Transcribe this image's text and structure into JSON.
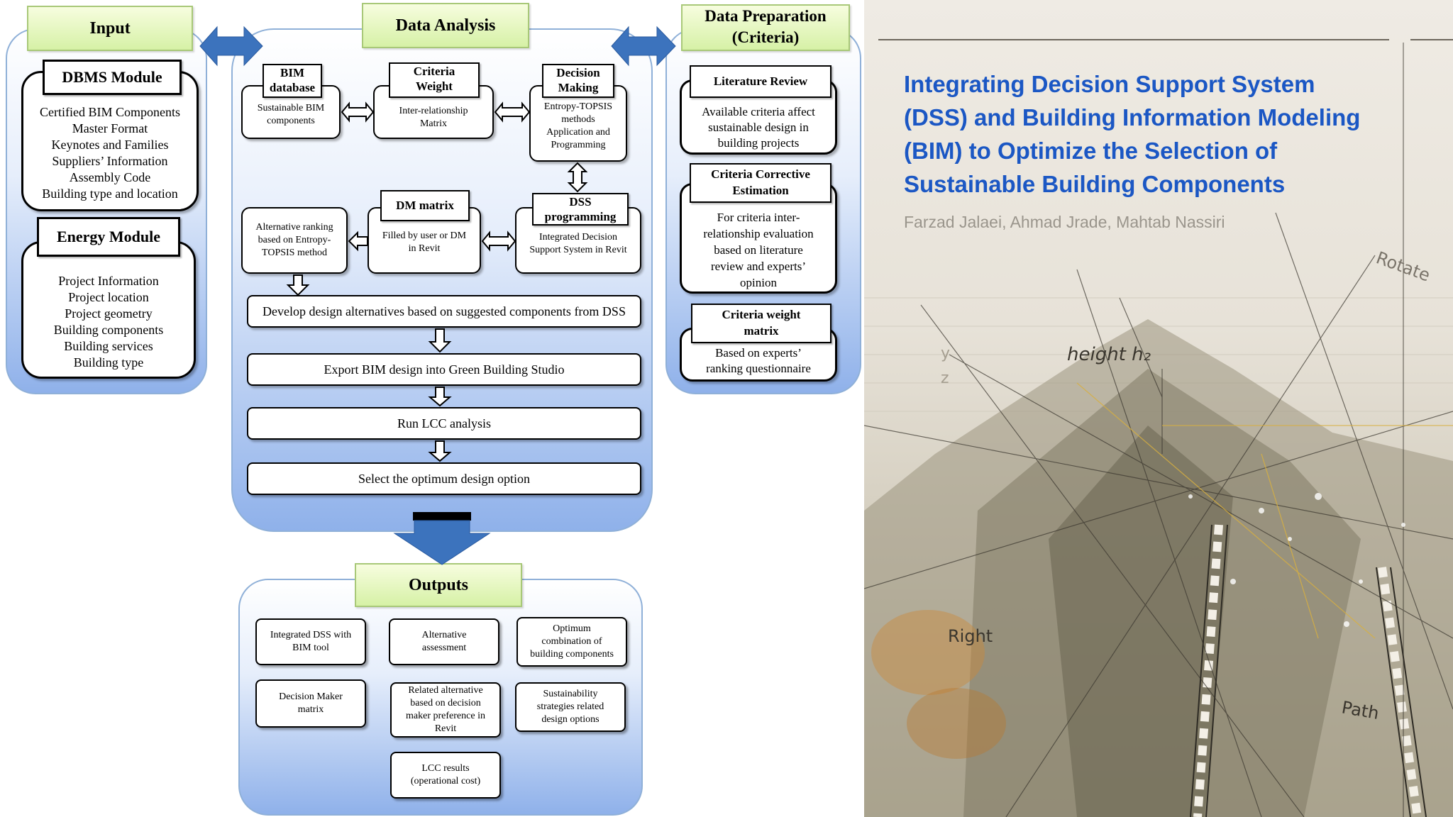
{
  "diagram": {
    "input": {
      "tab": "Input",
      "dbms": {
        "title": "DBMS  Module",
        "items": [
          "Certified BIM Components",
          "Master Format",
          "Keynotes and Families",
          "Suppliers’ Information",
          "Assembly  Code",
          "Building type and location"
        ]
      },
      "energy": {
        "title": "Energy Module",
        "items": [
          "Project Information",
          "Project location",
          "Project geometry",
          "Building components",
          "Building services",
          "Building type"
        ]
      }
    },
    "analysis": {
      "tab": "Data Analysis",
      "bim_db": {
        "title_1": "BIM",
        "title_2": "database",
        "text_1": "Sustainable BIM",
        "text_2": "components"
      },
      "criteria_weight": {
        "title_1": "Criteria",
        "title_2": "Weight",
        "text_1": "Inter-relationship",
        "text_2": "Matrix"
      },
      "decision_making": {
        "title_1": "Decision",
        "title_2": "Making",
        "text_1": "Entropy-TOPSIS",
        "text_2": "methods",
        "text_3": "Application and",
        "text_4": "Programming"
      },
      "dss_programming": {
        "title_1": "DSS",
        "title_2": "programming",
        "text_1": "Integrated Decision",
        "text_2": "Support System in Revit"
      },
      "dm_matrix": {
        "title": "DM matrix",
        "text_1": "Filled by user or DM",
        "text_2": "in Revit"
      },
      "alt_ranking": {
        "text_1": "Alternative ranking",
        "text_2": "based on Entropy-",
        "text_3": "TOPSIS method"
      },
      "steps": [
        "Develop design alternatives based on suggested components from DSS",
        "Export BIM design into Green Building Studio",
        "Run LCC analysis",
        "Select the optimum design option"
      ]
    },
    "preparation": {
      "tab_1": "Data Preparation",
      "tab_2": "(Criteria)",
      "literature": {
        "title": "Literature Review",
        "text_1": "Available criteria affect",
        "text_2": "sustainable design in",
        "text_3": "building projects"
      },
      "corrective": {
        "title_1": "Criteria Corrective",
        "title_2": "Estimation",
        "text_1": "For criteria inter-",
        "text_2": "relationship evaluation",
        "text_3": "based on literature",
        "text_4": "review and experts’",
        "text_5": "opinion"
      },
      "weight_matrix": {
        "title_1": "Criteria weight",
        "title_2": "matrix",
        "text_1": "Based on experts’",
        "text_2": "ranking questionnaire"
      }
    },
    "outputs": {
      "tab": "Outputs",
      "o1": {
        "l1": "Integrated DSS with",
        "l2": "BIM tool"
      },
      "o2": {
        "l1": "Alternative",
        "l2": "assessment"
      },
      "o3": {
        "l1": "Optimum",
        "l2": "combination of",
        "l3": "building components"
      },
      "o4": {
        "l1": "Decision Maker",
        "l2": "matrix"
      },
      "o5": {
        "l1": "Related alternative",
        "l2": "based on decision",
        "l3": "maker preference in",
        "l4": "Revit"
      },
      "o6": {
        "l1": "Sustainability",
        "l2": "strategies related",
        "l3": "design options"
      },
      "o7": {
        "l1": "LCC results",
        "l2": "(operational cost)"
      }
    }
  },
  "cover": {
    "title": "Integrating Decision Support System (DSS) and Building Information Modeling (BIM) to Optimize the Selection of Sustainable Building Components",
    "authors": "Farzad Jalaei, Ahmad Jrade, Mahtab Nassiri",
    "sketch_words": [
      "height h₂",
      "Rotate",
      "Path",
      "Right",
      "y",
      "z"
    ]
  }
}
